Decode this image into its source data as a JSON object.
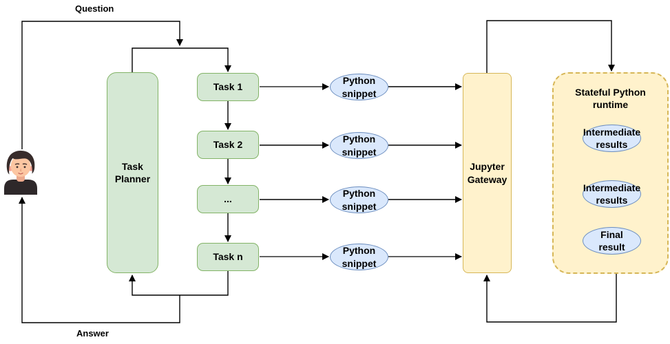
{
  "labels": {
    "question": "Question",
    "answer": "Answer"
  },
  "planner": {
    "label": "Task\nPlanner"
  },
  "tasks": [
    {
      "label": "Task 1"
    },
    {
      "label": "Task 2"
    },
    {
      "label": "..."
    },
    {
      "label": "Task n"
    }
  ],
  "snippet_label": "Python\nsnippet",
  "gateway": {
    "label": "Jupyter\nGateway"
  },
  "runtime": {
    "title": "Stateful Python\nruntime",
    "results": [
      {
        "label": "Intermediate\nresults"
      },
      {
        "label": "Intermediate\nresults"
      },
      {
        "label": "Final\nresult"
      }
    ]
  },
  "icons": {
    "user_avatar": "person-avatar"
  },
  "colors": {
    "task_fill": "#d5e8d4",
    "task_stroke": "#82b366",
    "snippet_fill": "#dae8fc",
    "snippet_stroke": "#6c8ebf",
    "gateway_fill": "#fff2cc",
    "gateway_stroke": "#d6b656",
    "connector": "#000000",
    "connector_alt": "#616161",
    "text": "#000000"
  }
}
